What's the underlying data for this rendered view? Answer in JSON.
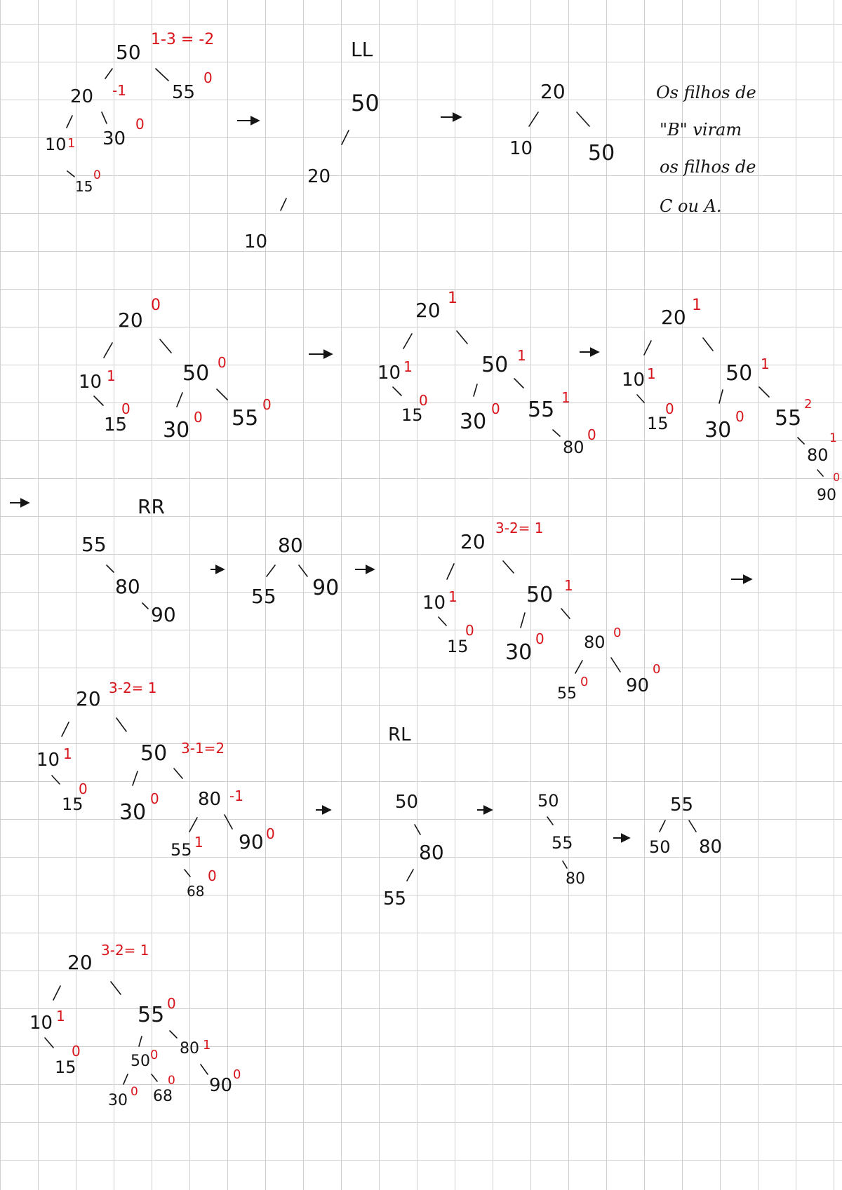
{
  "ink": "#151515",
  "balance_color": "#d8141b",
  "grid_color": "#cfcfcf",
  "step1": {
    "nodes": [
      "50",
      "20",
      "55",
      "10",
      "30",
      "15"
    ],
    "factors": [
      "1-3 = -2",
      "-1",
      "0",
      "1",
      "0",
      "0"
    ]
  },
  "ll": {
    "label": "LL",
    "chain": [
      "50",
      "20",
      "10"
    ],
    "result": [
      "20",
      "10",
      "50"
    ]
  },
  "note": {
    "lines": [
      "Os filhos de",
      "\"B\" viram",
      "os filhos de",
      "C ou A."
    ]
  },
  "step2": {
    "nodes": [
      "20",
      "10",
      "50",
      "15",
      "30",
      "55"
    ],
    "factors": [
      "0",
      "1",
      "0",
      "0",
      "0",
      "0"
    ]
  },
  "step3": {
    "nodes": [
      "20",
      "10",
      "50",
      "15",
      "30",
      "55",
      "80"
    ],
    "factors": [
      "1",
      "1",
      "1",
      "0",
      "0",
      "1",
      "0"
    ]
  },
  "step4": {
    "nodes": [
      "20",
      "10",
      "50",
      "15",
      "30",
      "55",
      "80",
      "90"
    ],
    "factors": [
      "1",
      "1",
      "1",
      "0",
      "0",
      "2",
      "1",
      "0"
    ]
  },
  "rr": {
    "label": "RR",
    "chain": [
      "55",
      "80",
      "90"
    ],
    "result": [
      "80",
      "55",
      "90"
    ]
  },
  "step5": {
    "nodes": [
      "20",
      "10",
      "50",
      "15",
      "30",
      "80",
      "55",
      "90"
    ],
    "factors": [
      "3-2= 1",
      "1",
      "1",
      "0",
      "0",
      "0",
      "0",
      "0"
    ]
  },
  "step6": {
    "nodes": [
      "20",
      "10",
      "50",
      "15",
      "30",
      "80",
      "55",
      "90",
      "68"
    ],
    "factors": [
      "3-2= 1",
      "1",
      "3-1=2",
      "0",
      "0",
      "-1",
      "1",
      "0",
      "0"
    ]
  },
  "rl": {
    "label": "RL",
    "chain": [
      "50",
      "80",
      "55"
    ],
    "middle": [
      "50",
      "55",
      "80"
    ],
    "result": [
      "55",
      "50",
      "80"
    ]
  },
  "step7": {
    "nodes": [
      "20",
      "10",
      "55",
      "15",
      "50",
      "80",
      "30",
      "68",
      "90"
    ],
    "factors": [
      "3-2= 1",
      "1",
      "0",
      "0",
      "0",
      "1",
      "0",
      "0",
      "0"
    ]
  }
}
